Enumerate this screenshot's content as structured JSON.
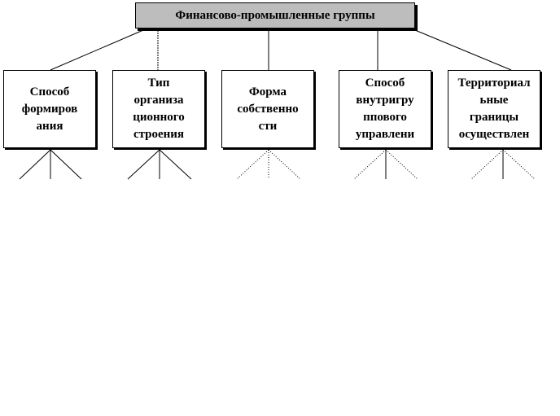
{
  "root": {
    "label": "Финансово-промышленные группы"
  },
  "categories": [
    {
      "label": "Способ\nформиров\nания"
    },
    {
      "label": "Тип\nорганиза\nционного\nстроения"
    },
    {
      "label": "Форма\nсобственно\nсти"
    },
    {
      "label": "Способ\nвнутригру\nппового\nуправлени"
    },
    {
      "label": "Территориал\nьные\nграницы\nосуществлен"
    }
  ]
}
